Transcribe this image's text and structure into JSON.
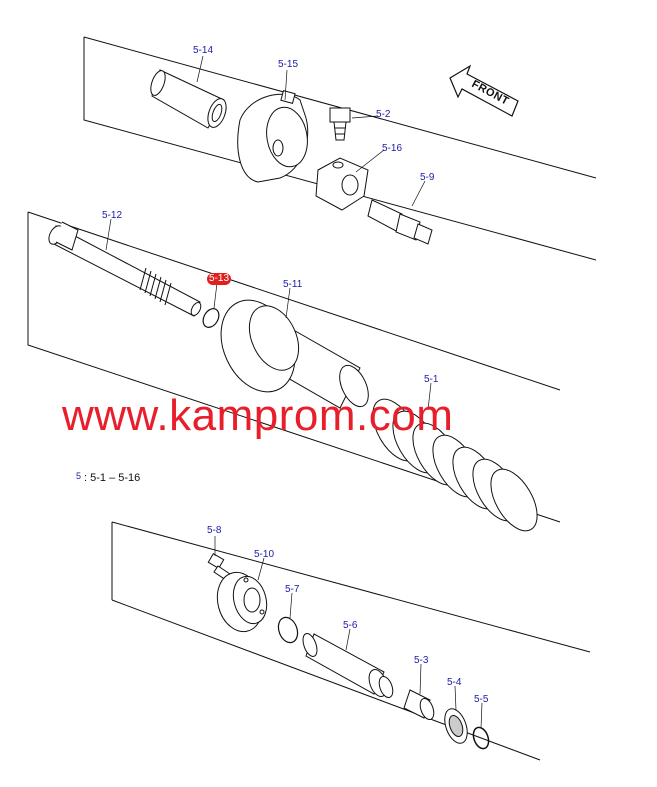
{
  "labels": {
    "p514": "5-14",
    "p515": "5-15",
    "p52": "5-2",
    "p516": "5-16",
    "p59": "5-9",
    "p512": "5-12",
    "p513": "5-13",
    "p511": "5-11",
    "p51": "5-1",
    "p58": "5-8",
    "p510": "5-10",
    "p57": "5-7",
    "p56": "5-6",
    "p53": "5-3",
    "p54": "5-4",
    "p55": "5-5"
  },
  "front_label": "FRONT",
  "watermark": "www.kamprom.com",
  "legend": {
    "ref": "5",
    "text": ": 5-1 – 5-16"
  },
  "colors": {
    "label_blue": "#1a1aa6",
    "watermark_red": "#e81e2a",
    "line": "#111111"
  }
}
